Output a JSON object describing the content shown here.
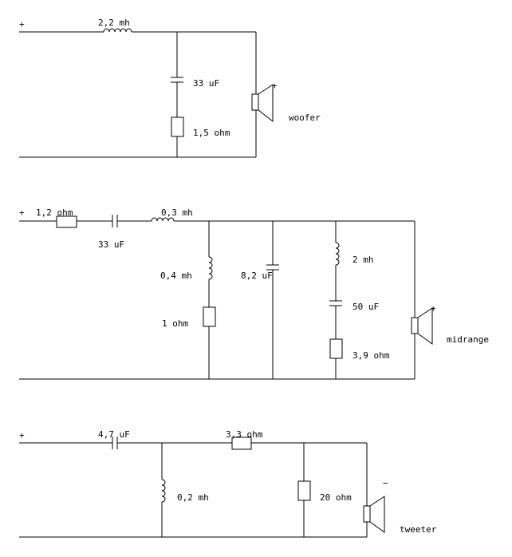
{
  "colors": {
    "line": "#000000",
    "background": "#ffffff"
  },
  "woofer": {
    "plus": "+",
    "series_inductor": "2,2 mh",
    "shunt_cap": "33 uF",
    "shunt_res": "1,5 ohm",
    "speaker_label": "woofer",
    "speaker_plus": "+"
  },
  "midrange": {
    "plus": "+",
    "series_res": "1,2 ohm",
    "series_cap": "33 uF",
    "series_inductor": "0,3 mh",
    "shunt1_inductor": "0,4 mh",
    "shunt1_res": "1 ohm",
    "shunt2_cap": "8,2 uF",
    "shunt3_inductor": "2 mh",
    "shunt3_cap": "50 uF",
    "shunt3_res": "3,9 ohm",
    "speaker_label": "midrange",
    "speaker_plus": "+"
  },
  "tweeter": {
    "plus": "+",
    "series_cap": "4,7 uF",
    "shunt_inductor": "0,2 mh",
    "series_res": "3,3 ohm",
    "shunt_res": "20 ohm",
    "speaker_label": "tweeter",
    "speaker_minus": "−"
  }
}
